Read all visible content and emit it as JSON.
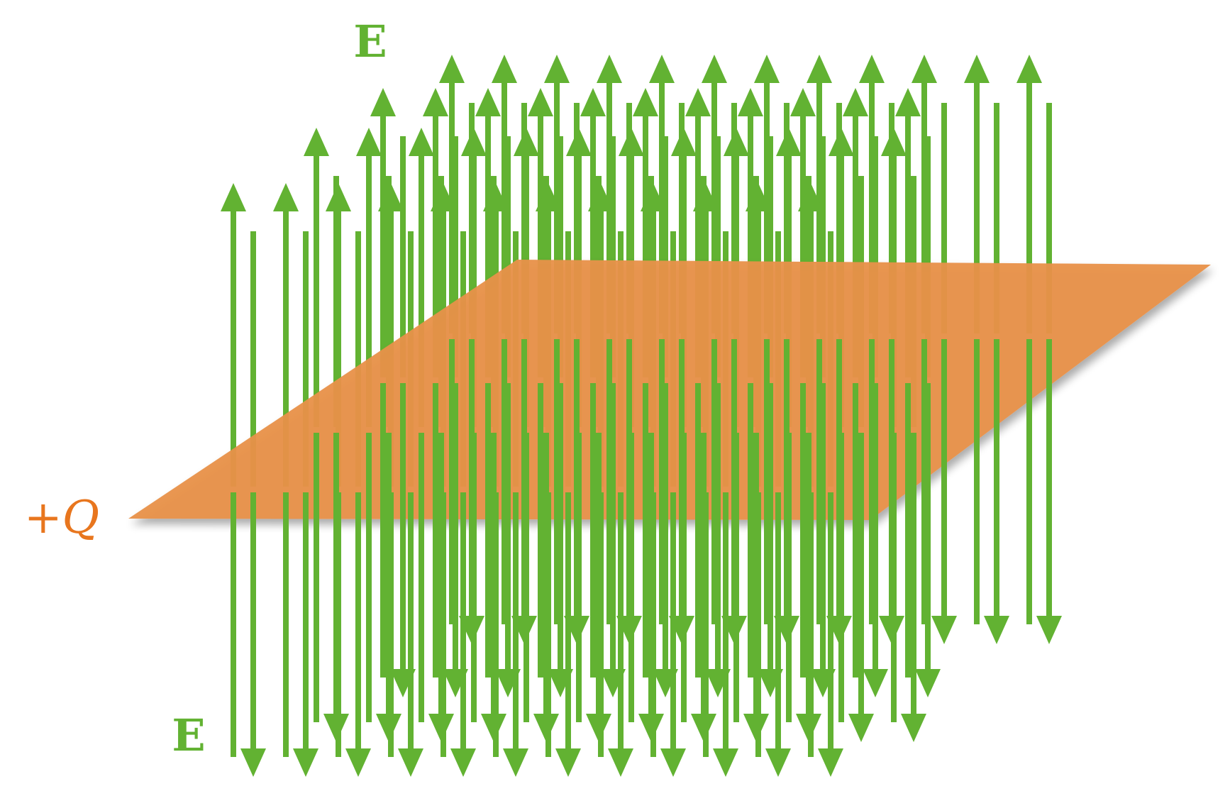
{
  "labels": {
    "field_top": "E",
    "field_bottom": "E",
    "charge_sign": "+",
    "charge_symbol": "Q"
  },
  "colors": {
    "field": "#62b232",
    "sheet": "#e8914a",
    "charge_label": "#e8761e"
  },
  "icons": {
    "field_line": "double-arrow-icon",
    "sheet": "charged-plane"
  }
}
